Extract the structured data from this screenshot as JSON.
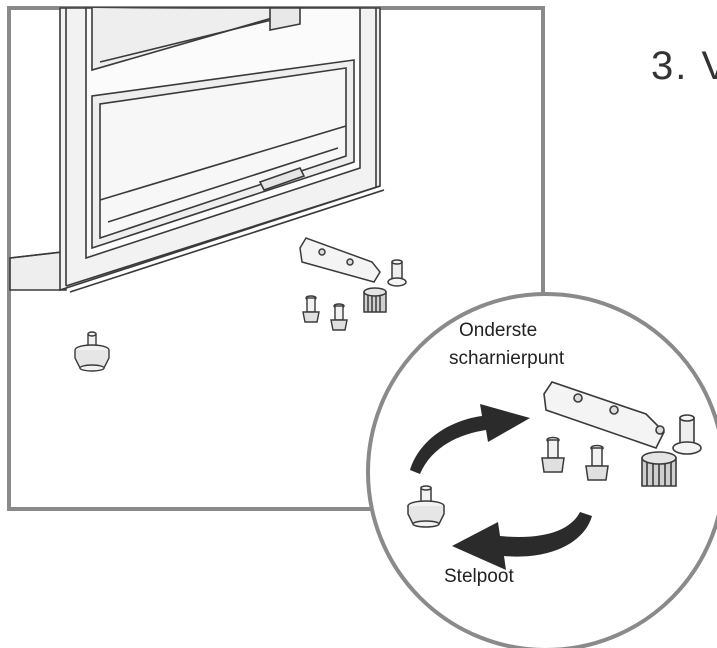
{
  "step": {
    "number": "3.",
    "text_visible": "V"
  },
  "callout": {
    "hinge_label_line1": "Onderste",
    "hinge_label_line2": "scharnierpunt",
    "foot_label": "Stelpoot"
  },
  "colors": {
    "stroke": "#3a3a3a",
    "frame": "#8a8a8a",
    "fill_light": "#f3f3f3",
    "fill_mid": "#dcdcdc",
    "arrow": "#2b2b2b"
  }
}
